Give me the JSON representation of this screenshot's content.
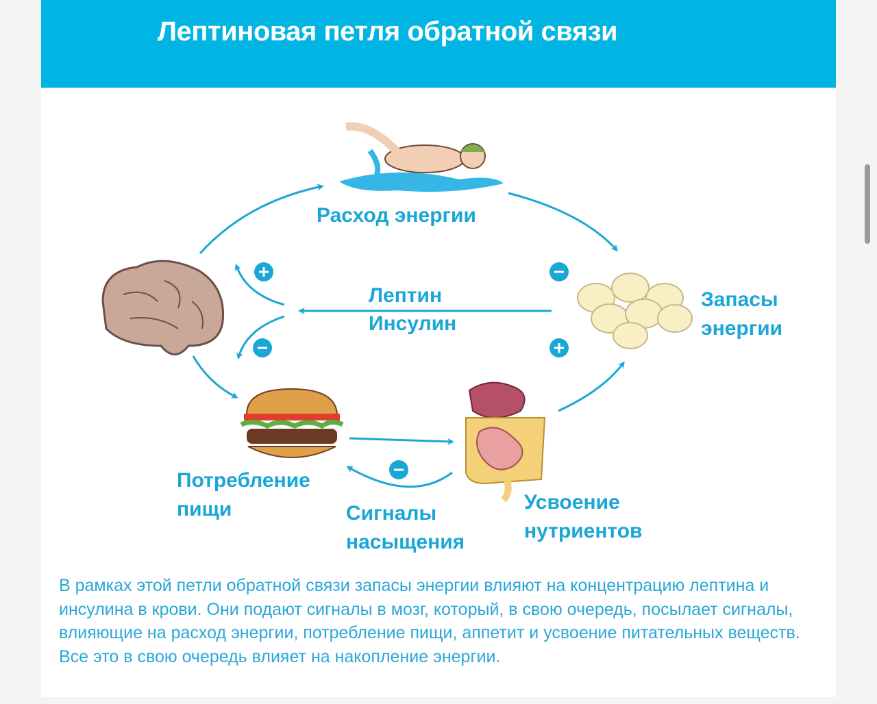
{
  "title": "Лептиновая петля обратной связи",
  "labels": {
    "energy_expenditure": "Расход энергии",
    "energy_stores_1": "Запасы",
    "energy_stores_2": "энергии",
    "leptin": "Лептин",
    "insulin": "Инсулин",
    "food_intake_1": "Потребление",
    "food_intake_2": "пищи",
    "satiety_1": "Сигналы",
    "satiety_2": "насыщения",
    "absorption_1": "Усвоение",
    "absorption_2": "нутриентов"
  },
  "signs": {
    "plus": "+",
    "minus": "−"
  },
  "description": "В рамках этой петли обратной связи запасы энергии влияют на концентрацию лептина и инсулина в крови. Они подают сигналы в мозг, который, в свою очередь, посылает сигналы, влияющие на расход энергии, потребление пищи, аппетит и усвоение питательных веществ. Все это в свою очередь влияет на накопление энергии.",
  "colors": {
    "header": "#00b5e3",
    "accent": "#1aa6d6"
  }
}
